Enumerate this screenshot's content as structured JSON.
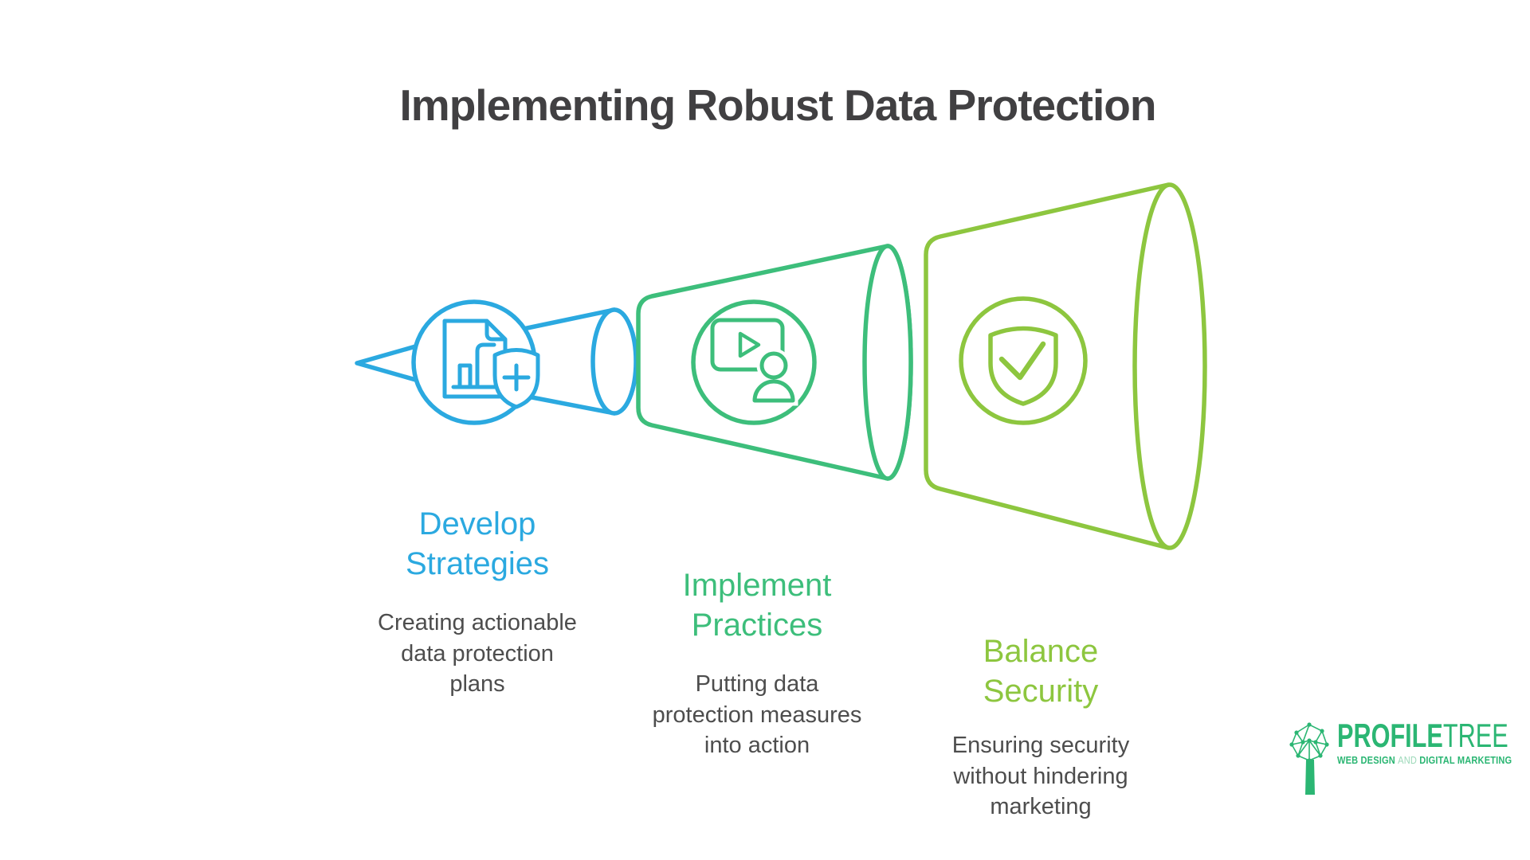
{
  "title": "Implementing Robust Data Protection",
  "stages": [
    {
      "id": "develop-strategies",
      "label": "Develop\nStrategies",
      "description": "Creating actionable\ndata protection\nplans",
      "color": "#2BA9E0",
      "icon": "document-chart-shield-plus-icon"
    },
    {
      "id": "implement-practices",
      "label": "Implement\nPractices",
      "description": "Putting data\nprotection measures\ninto action",
      "color": "#3DBE7B",
      "icon": "video-presenter-icon"
    },
    {
      "id": "balance-security",
      "label": "Balance\nSecurity",
      "description": "Ensuring security\nwithout hindering\nmarketing",
      "color": "#8DC63F",
      "icon": "shield-check-icon"
    }
  ],
  "logo": {
    "brand_bold": "PROFILE",
    "brand_light": "TREE",
    "tagline_part1": "WEB DESIGN",
    "tagline_and": "AND",
    "tagline_part2": "DIGITAL MARKETING",
    "color": "#2BB673"
  },
  "colors": {
    "background": "#FFFFFF",
    "title_text": "#414042",
    "body_text": "#4D4D4D",
    "stage1_blue": "#2BA9E0",
    "stage2_green": "#3DBE7B",
    "stage3_lime": "#8DC63F",
    "logo_green": "#2BB673"
  }
}
